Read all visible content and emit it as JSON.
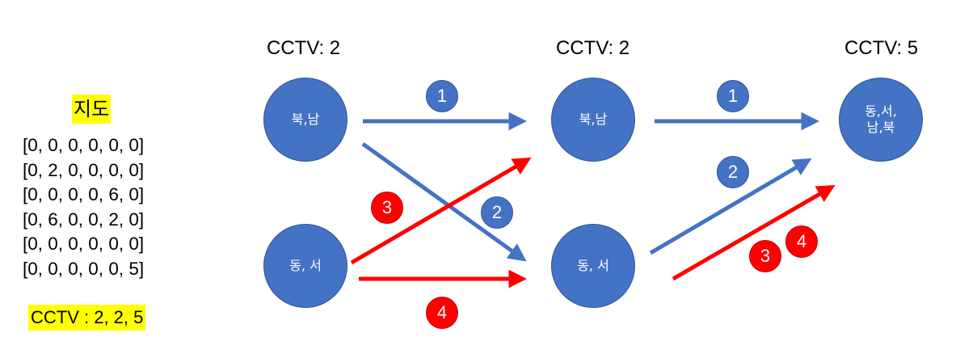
{
  "map": {
    "title": "지도",
    "rows": [
      "[0, 0, 0, 0, 0, 0]",
      "[0, 2, 0, 0, 0, 0]",
      "[0, 0, 0, 0, 6, 0]",
      "[0, 6, 0, 0, 2, 0]",
      "[0, 0, 0, 0, 0, 0]",
      "[0, 0, 0, 0, 0, 5]"
    ]
  },
  "cctv_summary": "CCTV : 2, 2, 5",
  "stages": [
    {
      "cctv_label": "CCTV: 2"
    },
    {
      "cctv_label": "CCTV: 2"
    },
    {
      "cctv_label": "CCTV: 5"
    }
  ],
  "nodes": {
    "s1_top": "북,남",
    "s1_bottom": "동, 서",
    "s2_top": "북,남",
    "s2_bottom": "동, 서",
    "s3": "동,서,\n남,북"
  },
  "edges": [
    {
      "from": "s1_top",
      "to": "s2_top",
      "label": "1",
      "color": "blue"
    },
    {
      "from": "s1_top",
      "to": "s2_bottom",
      "label": "2",
      "color": "blue"
    },
    {
      "from": "s1_bottom",
      "to": "s2_top",
      "label": "3",
      "color": "red"
    },
    {
      "from": "s1_bottom",
      "to": "s2_bottom",
      "label": "4",
      "color": "red"
    },
    {
      "from": "s2_top",
      "to": "s3",
      "label": "1",
      "color": "blue"
    },
    {
      "from": "s2_bottom",
      "to": "s3",
      "label": "2",
      "color": "blue"
    },
    {
      "from": "s2_bottom",
      "to": "s3",
      "label": "3",
      "color": "red"
    },
    {
      "from": "s2_bottom",
      "to": "s3",
      "label": "4",
      "color": "red"
    }
  ],
  "colors": {
    "blue": "#4472c4",
    "red": "#ff0000",
    "highlight": "#ffff00"
  }
}
